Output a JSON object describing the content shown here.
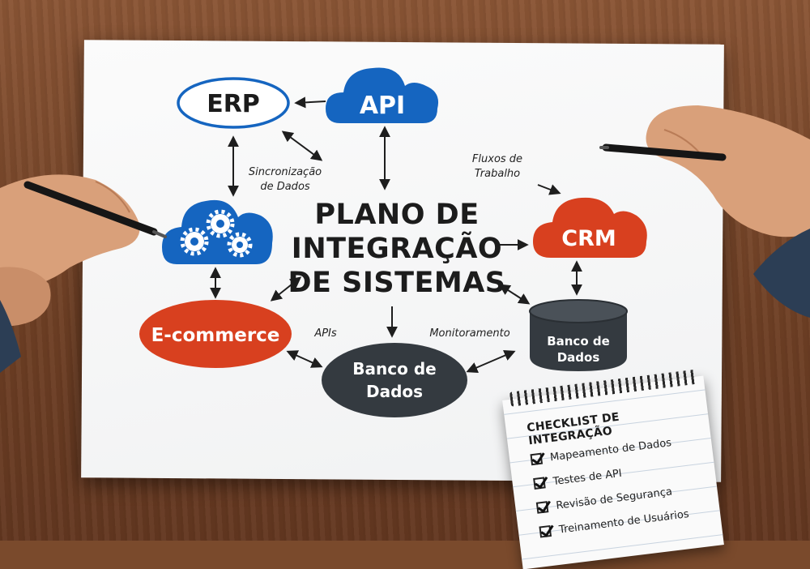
{
  "diagram": {
    "title_lines": [
      "PLANO DE",
      "INTEGRAÇÃO",
      "DE SISTEMAS"
    ],
    "nodes": {
      "erp": "ERP",
      "api": "API",
      "crm": "CRM",
      "ecommerce": "E-commerce",
      "banco_center_line1": "Banco de",
      "banco_center_line2": "Dados",
      "banco_right_line1": "Banco de",
      "banco_right_line2": "Dados"
    },
    "annotations": {
      "sync_line1": "Sincronização",
      "sync_line2": "de Dados",
      "flows_line1": "Fluxos de",
      "flows_line2": "Trabalho",
      "apis": "APIs",
      "monitoring": "Monitoramento"
    },
    "icons": [
      "gears-cloud-icon"
    ],
    "colors": {
      "blue": "#1565c0",
      "red": "#d8401f",
      "dark": "#343a40"
    }
  },
  "checklist": {
    "title": "CHECKLIST DE INTEGRAÇÃO",
    "items": [
      "Mapeamento de Dados",
      "Testes de API",
      "Revisão de Segurança",
      "Treinamento de Usuários"
    ]
  }
}
